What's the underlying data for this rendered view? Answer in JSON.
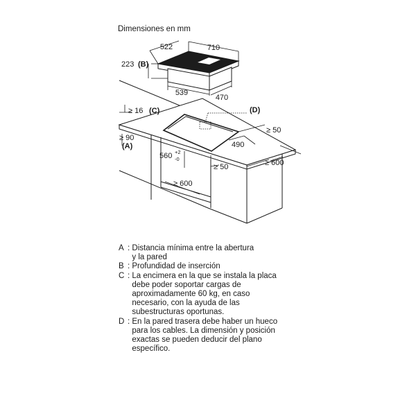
{
  "diagram": {
    "title": "Dimensiones en mm",
    "dims": {
      "hob_depth": "522",
      "hob_width": "710",
      "insertion_depth": "223",
      "insertion_key": "(B)",
      "cutout_width": "539",
      "cutout_depth": "470",
      "min_c": "≥ 16",
      "min_c_key": "(C)",
      "rear_key": "(D)",
      "min_50_right": "≥ 50",
      "min_90": "≥ 90",
      "min_90_key": "(A)",
      "depth_490": "490",
      "height_560": "560",
      "tol_plus": "+2",
      "tol_minus": "-0",
      "min_50_bottom": "≥ 50",
      "min_600_right": "≥ 600",
      "min_600_bottom": "≥ 600"
    }
  },
  "legend": [
    {
      "key": "A",
      "text": "Distancia mínima entre la abertura\ny la pared"
    },
    {
      "key": "B",
      "text": "Profundidad de inserción"
    },
    {
      "key": "C",
      "text": "La encimera en la que se instala la placa\ndebe poder soportar cargas de\naproximadamente 60 kg, en caso\nnecesario, con la ayuda de las\nsubestructuras oportunas."
    },
    {
      "key": "D",
      "text": "En la pared trasera debe haber un hueco\npara los cables. La dimensión y posición\nexactas se pueden deducir del plano\nespecífico."
    }
  ]
}
